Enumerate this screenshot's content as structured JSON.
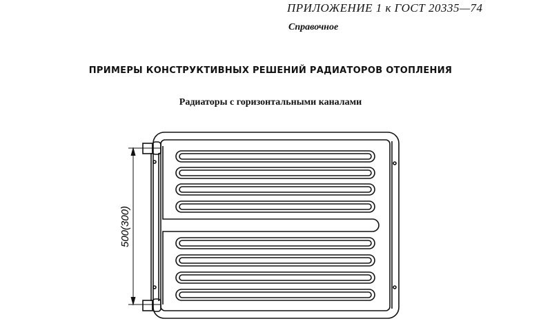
{
  "header": {
    "annex": "ПРИЛОЖЕНИЕ 1 к ГОСТ 20335—74",
    "reference": "Справочное"
  },
  "title": "ПРИМЕРЫ КОНСТРУКТИВНЫХ РЕШЕНИЙ РАДИАТОРОВ ОТОПЛЕНИЯ",
  "subtitle": "Радиаторы с горизонтальными каналами",
  "drawing": {
    "dimension_label": "500(300)",
    "channel_count": 9
  }
}
